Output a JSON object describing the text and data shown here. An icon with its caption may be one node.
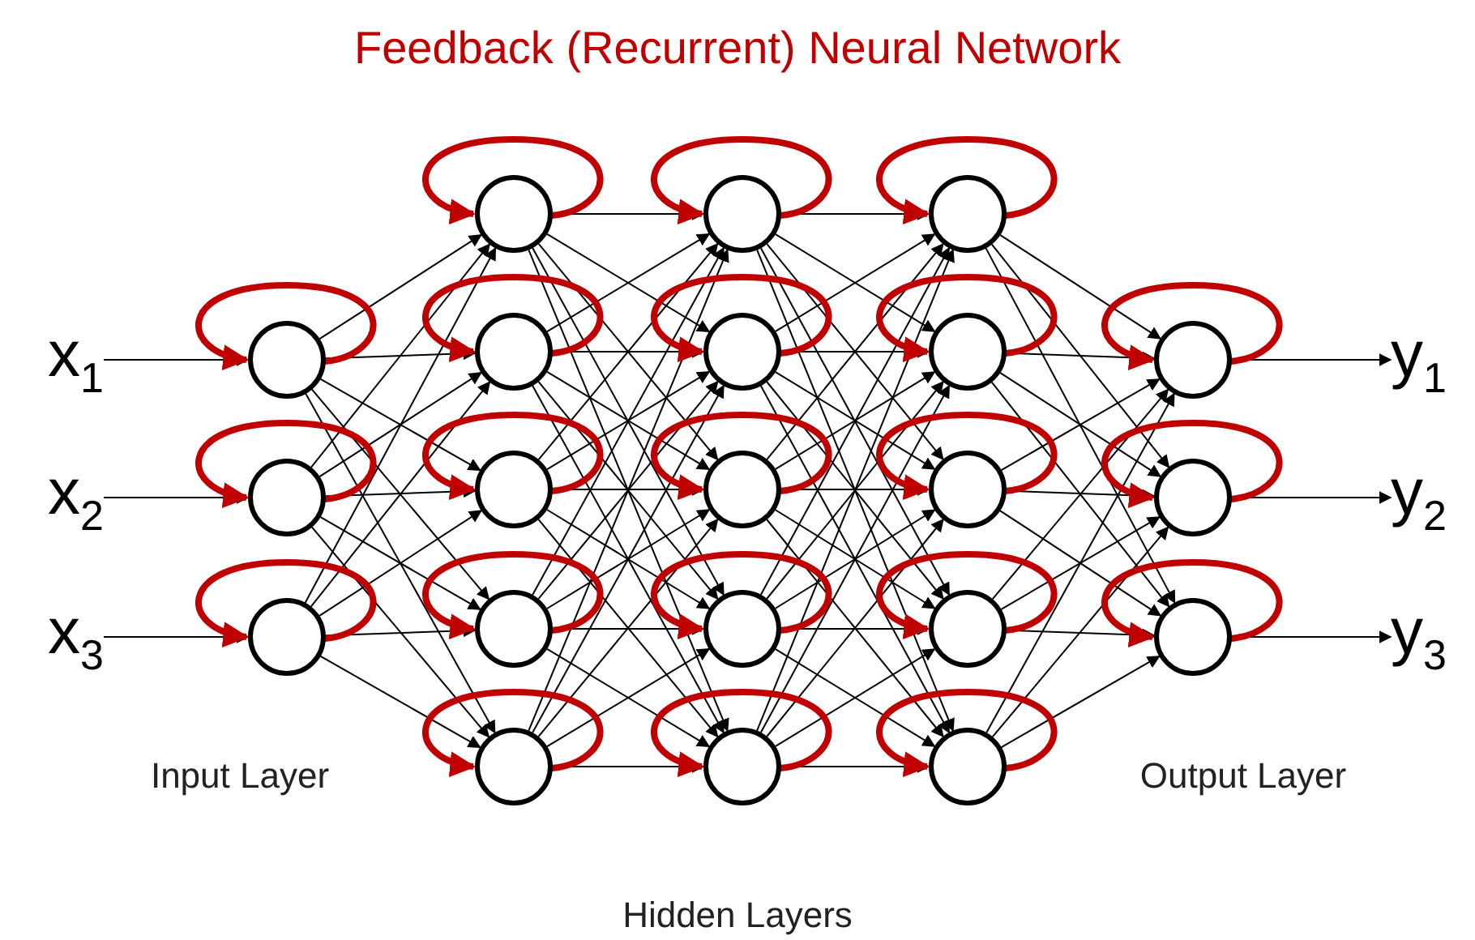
{
  "diagram": {
    "title": "Feedback (Recurrent) Neural Network",
    "nodes": [
      {
        "text": [
          "x$_{1}$"
        ]
      },
      {
        "text": [
          "x$_{2}$"
        ]
      },
      {
        "text": [
          "x$_{3}$"
        ]
      },
      {
        "text": [],
        "shape": "circle"
      },
      {
        "text": [],
        "shape": "circle"
      },
      {
        "text": [],
        "shape": "circle"
      },
      {
        "text": [],
        "shape": "circle"
      },
      {
        "text": [],
        "shape": "circle"
      },
      {
        "text": [],
        "shape": "circle"
      },
      {
        "text": [],
        "shape": "circle"
      },
      {
        "text": [],
        "shape": "circle"
      },
      {
        "text": [],
        "shape": "circle"
      },
      {
        "text": [],
        "shape": "circle"
      },
      {
        "text": [],
        "shape": "circle"
      },
      {
        "text": [],
        "shape": "circle"
      },
      {
        "text": [],
        "shape": "circle"
      },
      {
        "text": [],
        "shape": "circle"
      },
      {
        "text": [],
        "shape": "circle"
      },
      {
        "text": [],
        "shape": "circle"
      },
      {
        "text": [],
        "shape": "circle"
      },
      {
        "text": [],
        "shape": "circle"
      },
      {
        "text": [],
        "shape": "circle"
      },
      {
        "text": [],
        "shape": "circle"
      },
      {
        "text": [],
        "shape": "circle"
      },
      {
        "text": [
          "y$_{1}$"
        ]
      },
      {
        "text": [
          "y$_{2}$"
        ]
      },
      {
        "text": [
          "y$_{3}$"
        ]
      }
    ],
    "edges": [
      {
        "from": 0,
        "to": 3,
        "arrow": "to"
      },
      {
        "from": 1,
        "to": 4,
        "arrow": "to"
      },
      {
        "from": 2,
        "to": 5,
        "arrow": "to"
      },
      {
        "from": 3,
        "to": 6,
        "arrow": "to"
      },
      {
        "from": 3,
        "to": 7,
        "arrow": "to"
      },
      {
        "from": 3,
        "to": 8,
        "arrow": "to"
      },
      {
        "from": 3,
        "to": 9,
        "arrow": "to"
      },
      {
        "from": 3,
        "to": 10,
        "arrow": "to"
      },
      {
        "from": 4,
        "to": 6,
        "arrow": "to"
      },
      {
        "from": 4,
        "to": 7,
        "arrow": "to"
      },
      {
        "from": 4,
        "to": 8,
        "arrow": "to"
      },
      {
        "from": 4,
        "to": 9,
        "arrow": "to"
      },
      {
        "from": 4,
        "to": 10,
        "arrow": "to"
      },
      {
        "from": 5,
        "to": 6,
        "arrow": "to"
      },
      {
        "from": 5,
        "to": 7,
        "arrow": "to"
      },
      {
        "from": 5,
        "to": 8,
        "arrow": "to"
      },
      {
        "from": 5,
        "to": 9,
        "arrow": "to"
      },
      {
        "from": 5,
        "to": 10,
        "arrow": "to"
      },
      {
        "from": 6,
        "to": 11,
        "arrow": "to"
      },
      {
        "from": 6,
        "to": 12,
        "arrow": "to"
      },
      {
        "from": 6,
        "to": 13,
        "arrow": "to"
      },
      {
        "from": 6,
        "to": 14,
        "arrow": "to"
      },
      {
        "from": 6,
        "to": 15,
        "arrow": "to"
      },
      {
        "from": 7,
        "to": 11,
        "arrow": "to"
      },
      {
        "from": 7,
        "to": 12,
        "arrow": "to"
      },
      {
        "from": 7,
        "to": 13,
        "arrow": "to"
      },
      {
        "from": 7,
        "to": 14,
        "arrow": "to"
      },
      {
        "from": 7,
        "to": 15,
        "arrow": "to"
      },
      {
        "from": 8,
        "to": 11,
        "arrow": "to"
      },
      {
        "from": 8,
        "to": 12,
        "arrow": "to"
      },
      {
        "from": 8,
        "to": 13,
        "arrow": "to"
      },
      {
        "from": 8,
        "to": 14,
        "arrow": "to"
      },
      {
        "from": 8,
        "to": 15,
        "arrow": "to"
      },
      {
        "from": 9,
        "to": 11,
        "arrow": "to"
      },
      {
        "from": 9,
        "to": 12,
        "arrow": "to"
      },
      {
        "from": 9,
        "to": 13,
        "arrow": "to"
      },
      {
        "from": 9,
        "to": 14,
        "arrow": "to"
      },
      {
        "from": 9,
        "to": 15,
        "arrow": "to"
      },
      {
        "from": 10,
        "to": 11,
        "arrow": "to"
      },
      {
        "from": 10,
        "to": 12,
        "arrow": "to"
      },
      {
        "from": 10,
        "to": 13,
        "arrow": "to"
      },
      {
        "from": 10,
        "to": 14,
        "arrow": "to"
      },
      {
        "from": 10,
        "to": 15,
        "arrow": "to"
      },
      {
        "from": 11,
        "to": 16,
        "arrow": "to"
      },
      {
        "from": 11,
        "to": 17,
        "arrow": "to"
      },
      {
        "from": 11,
        "to": 18,
        "arrow": "to"
      },
      {
        "from": 11,
        "to": 19,
        "arrow": "to"
      },
      {
        "from": 11,
        "to": 20,
        "arrow": "to"
      },
      {
        "from": 12,
        "to": 16,
        "arrow": "to"
      },
      {
        "from": 12,
        "to": 17,
        "arrow": "to"
      },
      {
        "from": 12,
        "to": 18,
        "arrow": "to"
      },
      {
        "from": 12,
        "to": 19,
        "arrow": "to"
      },
      {
        "from": 12,
        "to": 20,
        "arrow": "to"
      },
      {
        "from": 13,
        "to": 16,
        "arrow": "to"
      },
      {
        "from": 13,
        "to": 17,
        "arrow": "to"
      },
      {
        "from": 13,
        "to": 18,
        "arrow": "to"
      },
      {
        "from": 13,
        "to": 19,
        "arrow": "to"
      },
      {
        "from": 13,
        "to": 20,
        "arrow": "to"
      },
      {
        "from": 14,
        "to": 16,
        "arrow": "to"
      },
      {
        "from": 14,
        "to": 17,
        "arrow": "to"
      },
      {
        "from": 14,
        "to": 18,
        "arrow": "to"
      },
      {
        "from": 14,
        "to": 19,
        "arrow": "to"
      },
      {
        "from": 14,
        "to": 20,
        "arrow": "to"
      },
      {
        "from": 15,
        "to": 16,
        "arrow": "to"
      },
      {
        "from": 15,
        "to": 17,
        "arrow": "to"
      },
      {
        "from": 15,
        "to": 18,
        "arrow": "to"
      },
      {
        "from": 15,
        "to": 19,
        "arrow": "to"
      },
      {
        "from": 15,
        "to": 20,
        "arrow": "to"
      },
      {
        "from": 16,
        "to": 21,
        "arrow": "to"
      },
      {
        "from": 16,
        "to": 22,
        "arrow": "to"
      },
      {
        "from": 16,
        "to": 23,
        "arrow": "to"
      },
      {
        "from": 17,
        "to": 21,
        "arrow": "to"
      },
      {
        "from": 17,
        "to": 22,
        "arrow": "to"
      },
      {
        "from": 17,
        "to": 23,
        "arrow": "to"
      },
      {
        "from": 18,
        "to": 21,
        "arrow": "to"
      },
      {
        "from": 18,
        "to": 22,
        "arrow": "to"
      },
      {
        "from": 18,
        "to": 23,
        "arrow": "to"
      },
      {
        "from": 19,
        "to": 21,
        "arrow": "to"
      },
      {
        "from": 19,
        "to": 22,
        "arrow": "to"
      },
      {
        "from": 19,
        "to": 23,
        "arrow": "to"
      },
      {
        "from": 20,
        "to": 21,
        "arrow": "to"
      },
      {
        "from": 20,
        "to": 22,
        "arrow": "to"
      },
      {
        "from": 20,
        "to": 23,
        "arrow": "to"
      },
      {
        "from": 21,
        "to": 24,
        "arrow": "to"
      },
      {
        "from": 22,
        "to": 25,
        "arrow": "to"
      },
      {
        "from": 23,
        "to": 26,
        "arrow": "to"
      },
      {
        "from": 3,
        "to": 3,
        "arrow": "to",
        "style": "thick",
        "color": "#c00000"
      },
      {
        "from": 4,
        "to": 4,
        "arrow": "to",
        "style": "thick",
        "color": "#c00000"
      },
      {
        "from": 5,
        "to": 5,
        "arrow": "to",
        "style": "thick",
        "color": "#c00000"
      },
      {
        "from": 6,
        "to": 6,
        "arrow": "to",
        "style": "thick",
        "color": "#c00000"
      },
      {
        "from": 7,
        "to": 7,
        "arrow": "to",
        "style": "thick",
        "color": "#c00000"
      },
      {
        "from": 8,
        "to": 8,
        "arrow": "to",
        "style": "thick",
        "color": "#c00000"
      },
      {
        "from": 9,
        "to": 9,
        "arrow": "to",
        "style": "thick",
        "color": "#c00000"
      },
      {
        "from": 10,
        "to": 10,
        "arrow": "to",
        "style": "thick",
        "color": "#c00000"
      },
      {
        "from": 11,
        "to": 11,
        "arrow": "to",
        "style": "thick",
        "color": "#c00000"
      },
      {
        "from": 12,
        "to": 12,
        "arrow": "to",
        "style": "thick",
        "color": "#c00000"
      },
      {
        "from": 13,
        "to": 13,
        "arrow": "to",
        "style": "thick",
        "color": "#c00000"
      },
      {
        "from": 14,
        "to": 14,
        "arrow": "to",
        "style": "thick",
        "color": "#c00000"
      },
      {
        "from": 15,
        "to": 15,
        "arrow": "to",
        "style": "thick",
        "color": "#c00000"
      },
      {
        "from": 16,
        "to": 16,
        "arrow": "to",
        "style": "thick",
        "color": "#c00000"
      },
      {
        "from": 17,
        "to": 17,
        "arrow": "to",
        "style": "thick",
        "color": "#c00000"
      },
      {
        "from": 18,
        "to": 18,
        "arrow": "to",
        "style": "thick",
        "color": "#c00000"
      },
      {
        "from": 19,
        "to": 19,
        "arrow": "to",
        "style": "thick",
        "color": "#c00000"
      },
      {
        "from": 20,
        "to": 20,
        "arrow": "to",
        "style": "thick",
        "color": "#c00000"
      },
      {
        "from": 21,
        "to": 21,
        "arrow": "to",
        "style": "thick",
        "color": "#c00000"
      },
      {
        "from": 22,
        "to": 22,
        "arrow": "to",
        "style": "thick",
        "color": "#c00000"
      },
      {
        "from": 23,
        "to": 23,
        "arrow": "to",
        "style": "thick",
        "color": "#c00000"
      }
    ],
    "labels": [
      "Input Layer",
      "Output Layer",
      "Hidden Layers"
    ]
  }
}
